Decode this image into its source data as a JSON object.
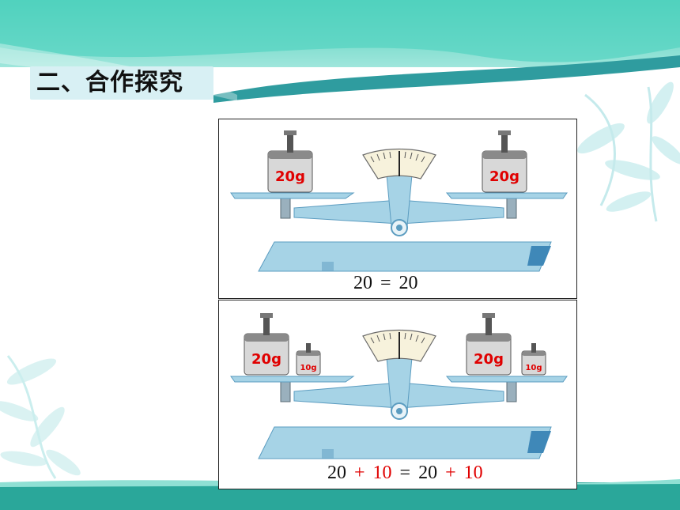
{
  "slide": {
    "title": "二、合作探究"
  },
  "panels": [
    {
      "left_weights": [
        "20g"
      ],
      "right_weights": [
        "20g"
      ],
      "equation": {
        "left": "20",
        "eq": "=",
        "right": "20"
      }
    },
    {
      "left_weights": [
        "20g",
        "10g"
      ],
      "right_weights": [
        "20g",
        "10g"
      ],
      "equation": {
        "a": "20",
        "plus1": "+",
        "b": "10",
        "eq": "=",
        "c": "20",
        "plus2": "+",
        "d": "10"
      }
    }
  ],
  "colors": {
    "teal_band": "#46c9b6",
    "bottom_band": "#2aa79a",
    "balance_blue": "#a6d3e6",
    "balance_dark": "#5b9cc0",
    "weight_label_red": "#e00000"
  }
}
